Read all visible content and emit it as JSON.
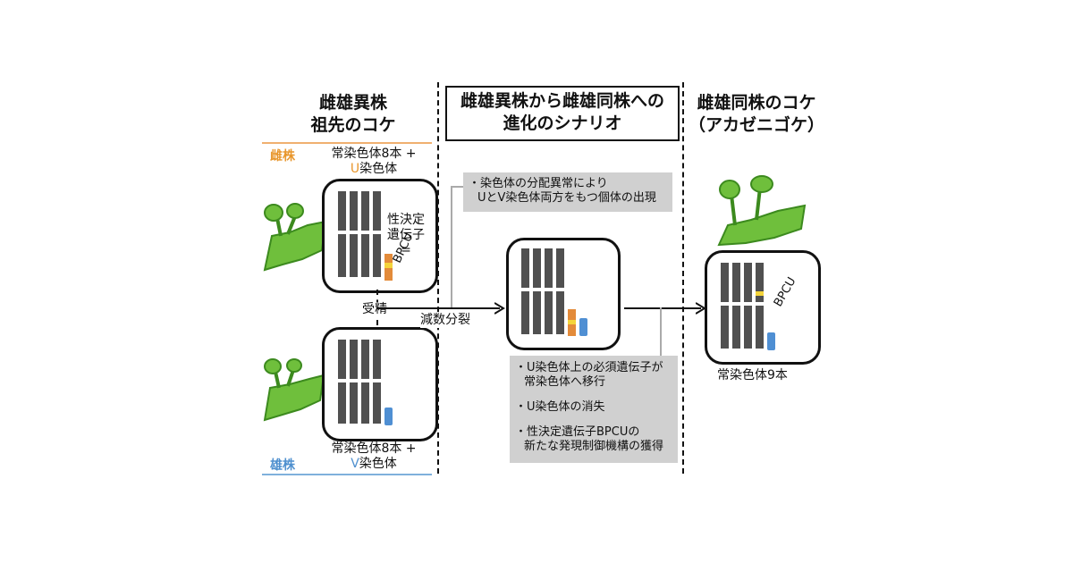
{
  "headers": {
    "left_line1": "雌雄異株",
    "left_line2": "祖先のコケ",
    "middle_line1": "雌雄異株から雌雄同株への",
    "middle_line2": "進化のシナリオ",
    "right_line1": "雌雄同株のコケ",
    "right_line2": "（アカゼニゴケ）"
  },
  "female": {
    "label": "雌株",
    "chrom_line1": "常染色体8本 +",
    "chrom_u_letter": "U",
    "chrom_u_rest": "染色体"
  },
  "male": {
    "label": "雄株",
    "chrom_line1": "常染色体8本 +",
    "chrom_v_letter": "V",
    "chrom_v_rest": "染色体"
  },
  "sex_gene": {
    "line1": "性決定",
    "line2": "遺伝子",
    "line3": "=",
    "line4": "BPCU"
  },
  "process": {
    "fertilization": "受精",
    "meiosis": "減数分裂"
  },
  "notes": {
    "top_line1": "・染色体の分配異常により",
    "top_line2": "UとV染色体両方をもつ個体の出現",
    "bottom_item1_line1": "・U染色体上の必須遺伝子が",
    "bottom_item1_line2": "常染色体へ移行",
    "bottom_item2": "・U染色体の消失",
    "bottom_item3_line1": "・性決定遺伝子BPCUの",
    "bottom_item3_line2": "新たな発現制御機構の獲得"
  },
  "result": {
    "gene_label": "BPCU",
    "chrom_label": "常染色体9本"
  },
  "colors": {
    "female": "#e8962c",
    "male": "#4f90cf",
    "u_chromosome": "#e38b3a",
    "u_marker": "#f4d43b",
    "v_chromosome": "#4f8fd3",
    "autosome": "#505050",
    "note_bg": "#d0d0d0",
    "plant_green": "#6fbf3c"
  }
}
